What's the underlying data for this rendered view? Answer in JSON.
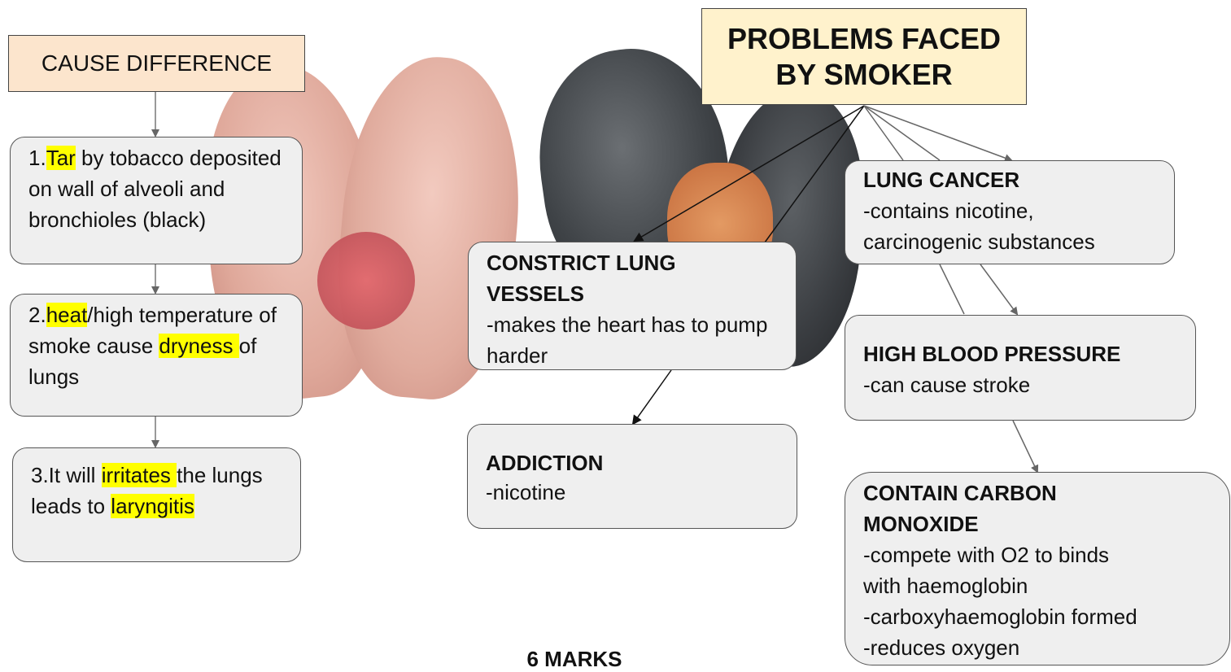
{
  "colors": {
    "cause_box_fill": "#fce5cd",
    "problems_box_fill": "#fff2cc",
    "box_fill": "#efefef",
    "highlight": "#ffff00",
    "healthy_lung": "#e8b4a8",
    "smoker_lung": "#4a4f55"
  },
  "cause": {
    "title": "CAUSE DIFFERENCE",
    "item1": {
      "a": "1.",
      "b": "Tar",
      "c": " by tobacco deposited on wall of alveoli and bronchioles (black)"
    },
    "item2": {
      "a": "2.",
      "b": "heat",
      "c": "/high temperature of smoke cause ",
      "d": "dryness ",
      "e": "of lungs"
    },
    "item3": {
      "a": "3.It will ",
      "b": "irritates ",
      "c": "the lungs leads to ",
      "d": "laryngitis"
    }
  },
  "problems": {
    "title_line1": "PROBLEMS FACED",
    "title_line2": "BY SMOKER",
    "constrict": {
      "title_line1": "CONSTRICT LUNG",
      "title_line2": "VESSELS",
      "desc": "-makes the heart has to pump harder"
    },
    "addiction": {
      "title": "ADDICTION",
      "desc": "-nicotine"
    },
    "cancer": {
      "title": "LUNG CANCER",
      "desc_line1": "-contains nicotine,",
      "desc_line2": "carcinogenic substances"
    },
    "pressure": {
      "title": "HIGH BLOOD PRESSURE",
      "desc": "-can cause stroke"
    },
    "carbon": {
      "title_line1": "CONTAIN CARBON",
      "title_line2": "MONOXIDE",
      "desc_line1": "-compete with O2 to binds",
      "desc_line2": "with haemoglobin",
      "desc_line3": "-carboxyhaemoglobin formed",
      "desc_line4": "-reduces oxygen"
    }
  },
  "footer": "6 MARKS"
}
